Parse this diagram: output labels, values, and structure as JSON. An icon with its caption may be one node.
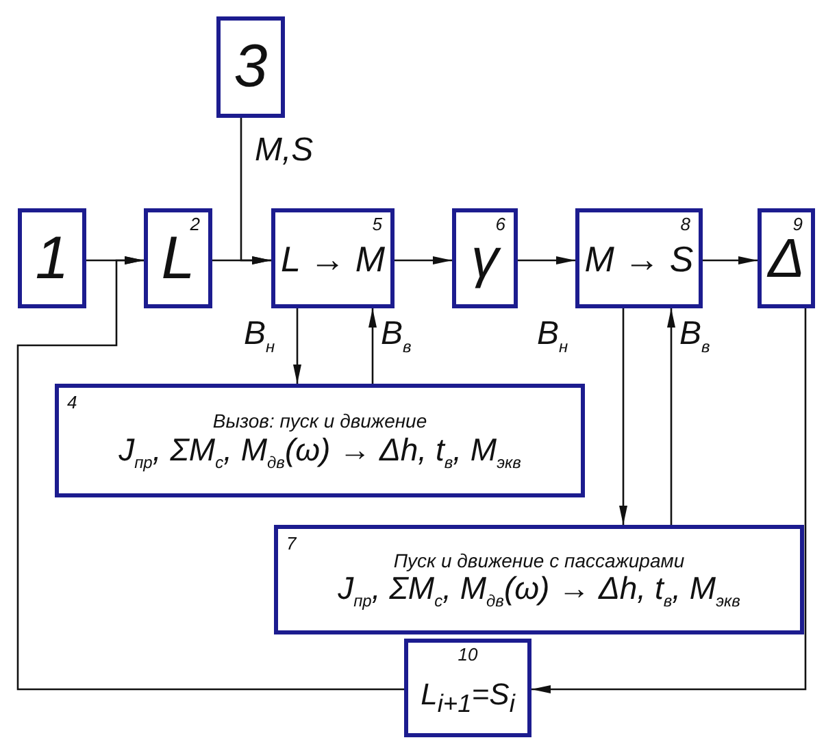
{
  "diagram": {
    "nodes": [
      {
        "text": [
          "1"
        ]
      },
      {
        "text": [
          "2",
          "L"
        ]
      },
      {
        "text": [
          "3"
        ]
      },
      {
        "text": [
          "5",
          "L → M"
        ]
      },
      {
        "text": [
          "6",
          "γ"
        ]
      },
      {
        "text": [
          "8",
          "M → S"
        ]
      },
      {
        "text": [
          "9",
          "Δ"
        ]
      },
      {
        "text": [
          "4",
          "Вызов: пуск и движение",
          "J$_{пр}$, ΣM$_{c}$, M$_{дв}$(ω) → Δh, t$_{в}$, M$_{экв}$"
        ]
      },
      {
        "text": [
          "7",
          "Пуск и движение с пассажирами",
          "J$_{пр}$, ΣM$_{c}$, M$_{дв}$(ω) → Δh, t$_{в}$, M$_{экв}$"
        ]
      },
      {
        "text": [
          "10",
          "L$_{i+1}$=S$_{i}$"
        ]
      }
    ],
    "edges": [
      {
        "from": 0,
        "to": 1,
        "arrow": "to"
      },
      {
        "from": 1,
        "to": 3,
        "arrow": "to"
      },
      {
        "from": 2,
        "to": 3,
        "arrow": "to",
        "label": "M,S"
      },
      {
        "from": 3,
        "to": 4,
        "arrow": "to"
      },
      {
        "from": 4,
        "to": 5,
        "arrow": "to"
      },
      {
        "from": 5,
        "to": 6,
        "arrow": "to"
      },
      {
        "from": 3,
        "to": 7,
        "arrow": "to",
        "label": "B$_{н}$"
      },
      {
        "from": 7,
        "to": 3,
        "arrow": "to",
        "label": "B$_{в}$"
      },
      {
        "from": 5,
        "to": 8,
        "arrow": "to",
        "label": "B$_{н}$"
      },
      {
        "from": 8,
        "to": 5,
        "arrow": "to",
        "label": "B$_{в}$"
      },
      {
        "from": 6,
        "to": 9,
        "arrow": "to"
      },
      {
        "from": 9,
        "to": 1,
        "arrow": "to"
      }
    ]
  }
}
